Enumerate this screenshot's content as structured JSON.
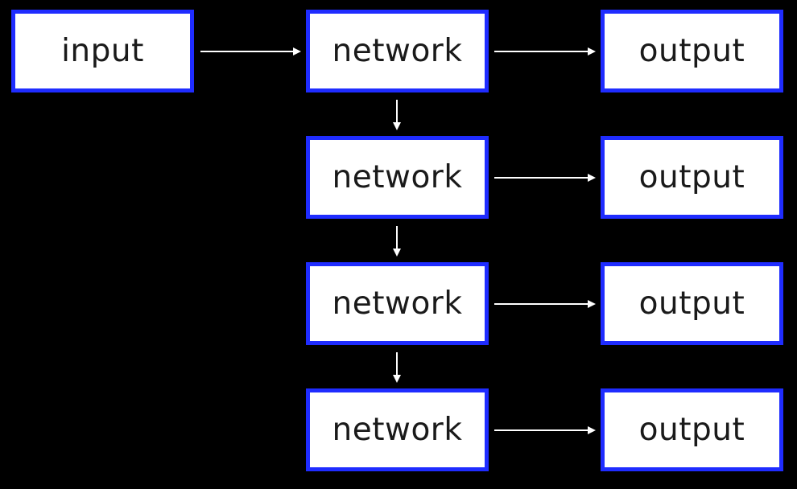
{
  "diagram": {
    "input_label": "input",
    "network_labels": [
      "network",
      "network",
      "network",
      "network"
    ],
    "output_labels": [
      "output",
      "output",
      "output",
      "output"
    ]
  },
  "colors": {
    "background": "#000000",
    "box_fill": "#ffffff",
    "box_border": "#1f2cff",
    "arrow": "#ffffff",
    "text": "#1a1a1a"
  }
}
